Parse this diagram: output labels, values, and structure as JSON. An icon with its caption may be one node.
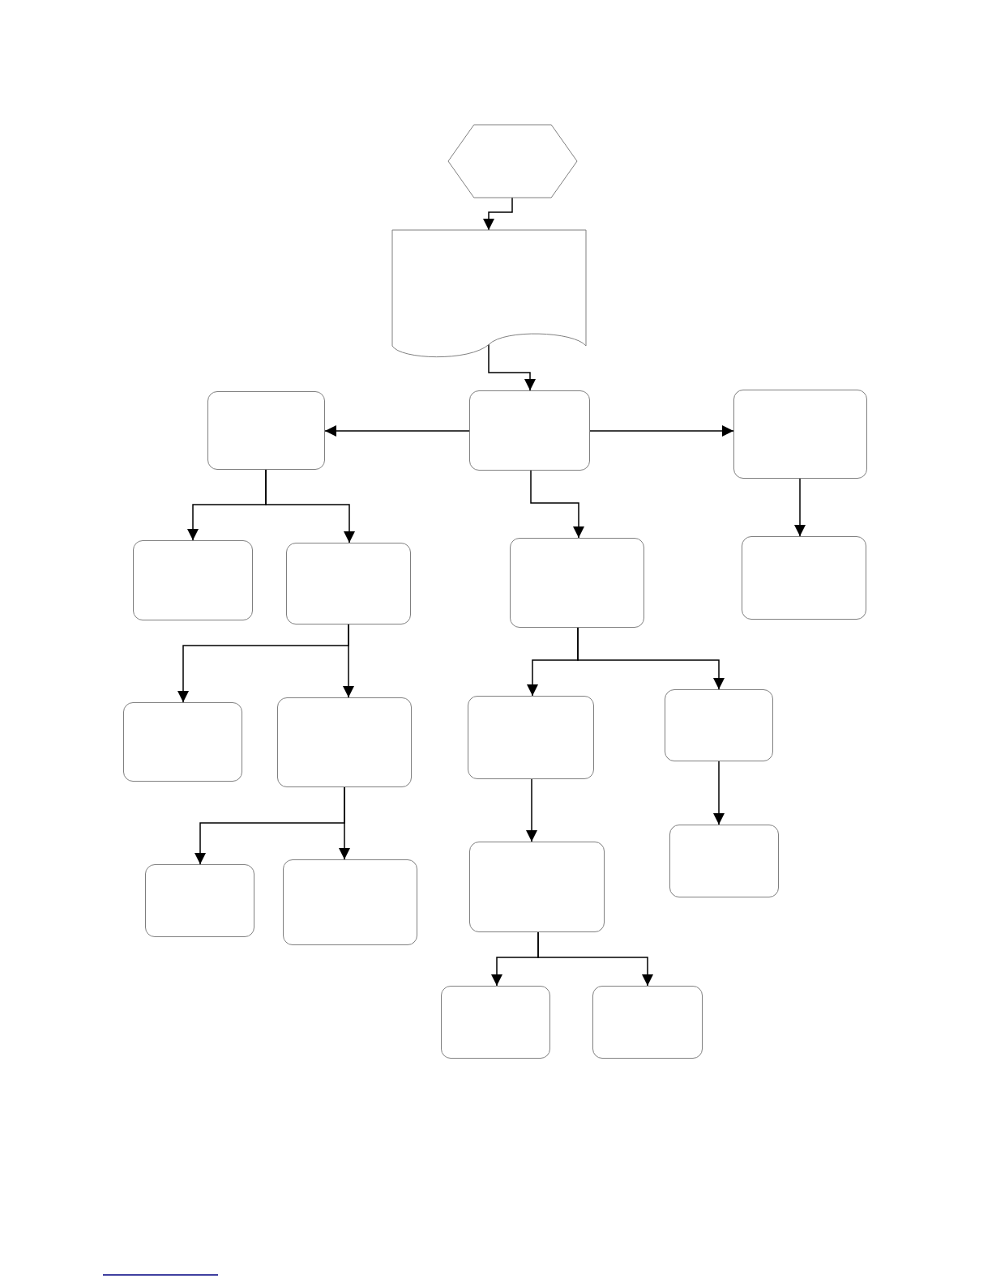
{
  "diagram": {
    "nodes": [
      {
        "text": [],
        "shape": "hexagon"
      },
      {
        "text": [],
        "shape": "document"
      },
      {
        "text": [],
        "shape": "box"
      },
      {
        "text": [],
        "shape": "box"
      },
      {
        "text": [],
        "shape": "box"
      },
      {
        "text": [],
        "shape": "box"
      },
      {
        "text": [],
        "shape": "box"
      },
      {
        "text": [],
        "shape": "box"
      },
      {
        "text": [],
        "shape": "box"
      },
      {
        "text": [],
        "shape": "box"
      },
      {
        "text": [],
        "shape": "box"
      },
      {
        "text": [],
        "shape": "box"
      },
      {
        "text": [],
        "shape": "box"
      },
      {
        "text": [],
        "shape": "box"
      },
      {
        "text": [],
        "shape": "box"
      },
      {
        "text": [],
        "shape": "box"
      },
      {
        "text": [],
        "shape": "box"
      },
      {
        "text": [],
        "shape": "box"
      },
      {
        "text": [],
        "shape": "box"
      }
    ],
    "edges": [
      {
        "from": 0,
        "to": 1,
        "arrow": "to"
      },
      {
        "from": 1,
        "to": 3,
        "arrow": "to"
      },
      {
        "from": 3,
        "to": 2,
        "arrow": "to"
      },
      {
        "from": 3,
        "to": 4,
        "arrow": "to"
      },
      {
        "from": 2,
        "to": 5,
        "arrow": "to"
      },
      {
        "from": 2,
        "to": 6,
        "arrow": "to"
      },
      {
        "from": 3,
        "to": 7,
        "arrow": "to"
      },
      {
        "from": 4,
        "to": 8,
        "arrow": "to"
      },
      {
        "from": 6,
        "to": 9,
        "arrow": "to"
      },
      {
        "from": 6,
        "to": 10,
        "arrow": "to"
      },
      {
        "from": 7,
        "to": 11,
        "arrow": "to"
      },
      {
        "from": 7,
        "to": 12,
        "arrow": "to"
      },
      {
        "from": 10,
        "to": 13,
        "arrow": "to"
      },
      {
        "from": 10,
        "to": 14,
        "arrow": "to"
      },
      {
        "from": 11,
        "to": 15,
        "arrow": "to"
      },
      {
        "from": 12,
        "to": 16,
        "arrow": "to"
      },
      {
        "from": 15,
        "to": 17,
        "arrow": "to"
      },
      {
        "from": 15,
        "to": 18,
        "arrow": "to"
      }
    ]
  }
}
